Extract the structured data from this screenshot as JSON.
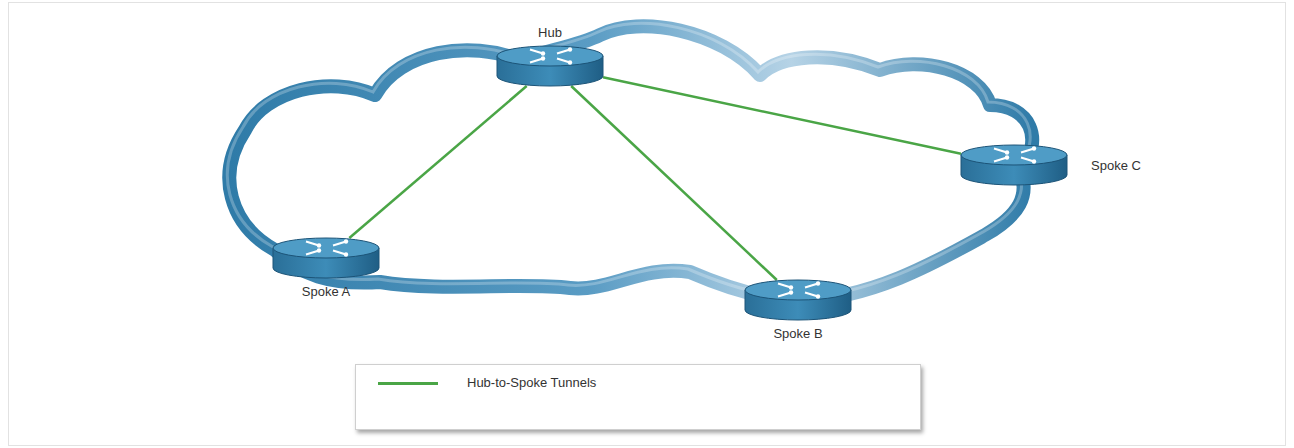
{
  "diagram": {
    "nodes": [
      {
        "text": [
          "Hub"
        ]
      },
      {
        "text": [
          "Spoke A"
        ]
      },
      {
        "text": [
          "Spoke B"
        ]
      },
      {
        "text": [
          "Spoke C"
        ]
      }
    ],
    "edges": [
      {
        "from": 0,
        "to": 1,
        "arrow": "none"
      },
      {
        "from": 0,
        "to": 2,
        "arrow": "none"
      },
      {
        "from": 0,
        "to": 3,
        "arrow": "none"
      }
    ],
    "legend": [
      {
        "text": "Hub-to-Spoke Tunnels"
      }
    ]
  }
}
